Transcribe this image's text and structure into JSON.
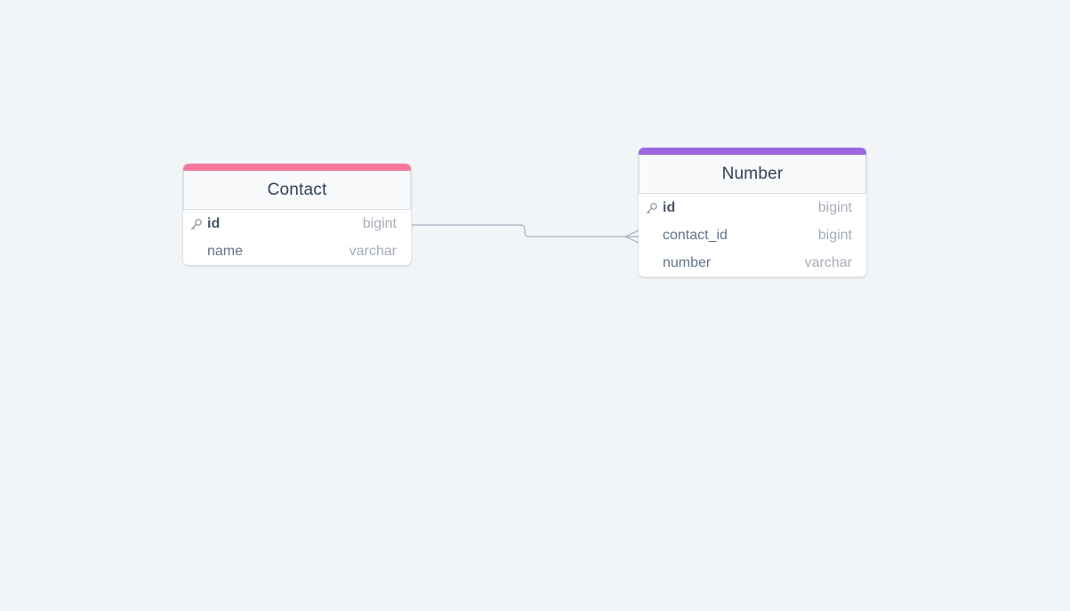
{
  "diagram": {
    "tables": [
      {
        "name": "Contact",
        "accent_color": "#f4789c",
        "fields": [
          {
            "name": "id",
            "type": "bigint",
            "primary_key": true
          },
          {
            "name": "name",
            "type": "varchar",
            "primary_key": false
          }
        ]
      },
      {
        "name": "Number",
        "accent_color": "#9b67df",
        "fields": [
          {
            "name": "id",
            "type": "bigint",
            "primary_key": true
          },
          {
            "name": "contact_id",
            "type": "bigint",
            "primary_key": false
          },
          {
            "name": "number",
            "type": "varchar",
            "primary_key": false
          }
        ]
      }
    ],
    "relationship": {
      "from": "Contact.id",
      "to": "Number.contact_id",
      "cardinality": "one-to-many",
      "line_color": "#a3afc2"
    },
    "icons": {
      "primary_key": "key-icon"
    },
    "background_color": "#f1f5f8"
  }
}
